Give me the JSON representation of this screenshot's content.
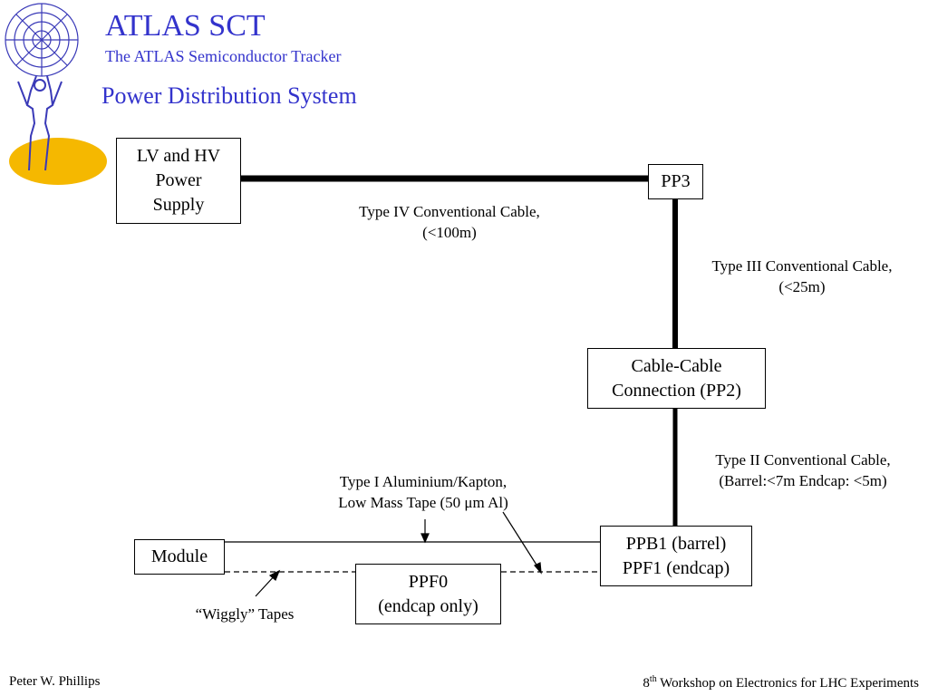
{
  "header": {
    "title": "ATLAS SCT",
    "subtitle": "The ATLAS Semiconductor Tracker"
  },
  "slide": {
    "title": "Power Distribution System"
  },
  "nodes": {
    "power_supply": "LV and HV\nPower\nSupply",
    "pp3": "PP3",
    "pp2": "Cable-Cable\nConnection (PP2)",
    "ppb1": "PPB1 (barrel)\nPPF1 (endcap)",
    "module": "Module",
    "ppf0": "PPF0\n(endcap only)"
  },
  "cables": {
    "type4": "Type IV Conventional Cable,\n(<100m)",
    "type3": "Type III Conventional Cable,\n(<25m)",
    "type2": "Type II Conventional Cable,\n(Barrel:<7m Endcap: <5m)",
    "type1": "Type I Aluminium/Kapton,\nLow Mass Tape (50 μm Al)",
    "wiggly": "“Wiggly” Tapes"
  },
  "footer": {
    "author": "Peter W. Phillips",
    "workshop_num": "8",
    "workshop_sup": "th",
    "workshop_rest": " Workshop on Electronics for LHC Experiments"
  },
  "colors": {
    "accent": "#3333cc",
    "logo_ellipse": "#f5b800",
    "logo_figure": "#3a3ab8"
  }
}
